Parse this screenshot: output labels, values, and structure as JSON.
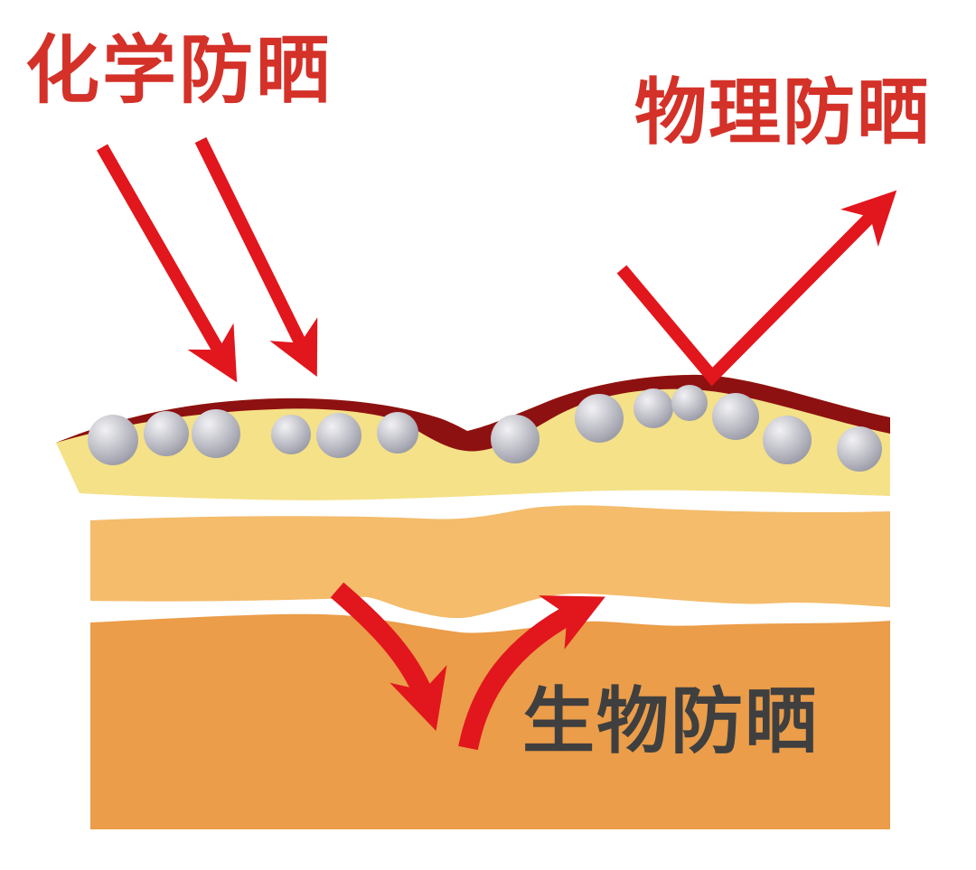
{
  "diagram": {
    "subject": "sunscreen-types-on-skin",
    "labels": {
      "chemical": "化学防晒",
      "physical": "物理防晒",
      "biological": "生物防晒"
    },
    "colors": {
      "background": "#ffffff",
      "label_red": "#d43129",
      "bio_label_gray": "#3f3f3f",
      "arrow_red": "#e2161d",
      "film_dark_red": "#8e1111",
      "epidermis_yellow": "#f5e187",
      "dermis_orange": "#f4bc6b",
      "subcutis_orange": "#eb9d49",
      "particle_light": "#f2f2f5",
      "particle_dark": "#999aa6"
    }
  }
}
